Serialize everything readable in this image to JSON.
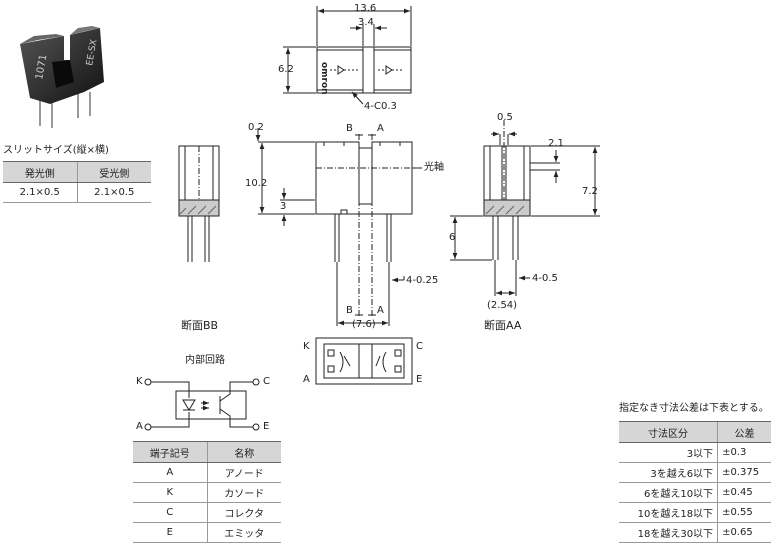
{
  "photo": {
    "marking_1": "1071",
    "marking_2": "EE-SX"
  },
  "slit_table": {
    "title": "スリットサイズ(縦×横)",
    "headers": [
      "発光側",
      "受光側"
    ],
    "rows": [
      [
        "2.1×0.5",
        "2.1×0.5"
      ]
    ]
  },
  "top_view": {
    "dim_width": "13.6",
    "dim_slot": "3.4",
    "dim_height": "6.2",
    "chamfer": "4-C0.3",
    "brand": "omron"
  },
  "front_view": {
    "dim_02": "0.2",
    "dim_102": "10.2",
    "dim_3": "3",
    "sec_b": "B",
    "sec_a": "A",
    "optical_axis": "光軸",
    "lead": "4-0.25",
    "pitch": "(7.6)"
  },
  "section_bb": {
    "label": "断面BB"
  },
  "section_aa": {
    "label": "断面AA",
    "dim_05": "0.5",
    "dim_21": "2.1",
    "dim_72": "7.2",
    "dim_6": "6",
    "lead": "4-0.5",
    "pitch": "(2.54)"
  },
  "bottom_view": {
    "k": "K",
    "c": "C",
    "a": "A",
    "e": "E"
  },
  "circuit": {
    "title": "内部回路",
    "k": "K",
    "c": "C",
    "a": "A",
    "e": "E"
  },
  "terminal_table": {
    "headers": [
      "端子記号",
      "名称"
    ],
    "rows": [
      [
        "A",
        "アノード"
      ],
      [
        "K",
        "カソード"
      ],
      [
        "C",
        "コレクタ"
      ],
      [
        "E",
        "エミッタ"
      ]
    ]
  },
  "tolerance_table": {
    "title": "指定なき寸法公差は下表とする。",
    "headers": [
      "寸法区分",
      "公差"
    ],
    "rows": [
      [
        "3以下",
        "±0.3"
      ],
      [
        "3を越え6以下",
        "±0.375"
      ],
      [
        "6を越え10以下",
        "±0.45"
      ],
      [
        "10を越え18以下",
        "±0.55"
      ],
      [
        "18を越え30以下",
        "±0.65"
      ]
    ]
  }
}
